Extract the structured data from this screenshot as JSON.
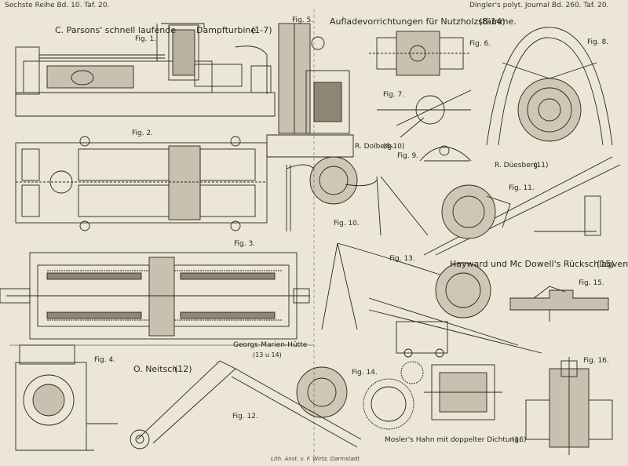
{
  "header": {
    "left": "Sechste Reihe Bd. 10. Taf. 20.",
    "right": "Dingler's polyt. Journal Bd. 260. Taf. 20."
  },
  "titles": {
    "parsons_a": "C. Parsons' schnell laufende",
    "parsons_b": "Dampfturbine.",
    "parsons_range": "(1-7)",
    "auflade": "Auf̀ladevorrichtungen für Nutzholzstämme.",
    "auflade_range": "(8-14)",
    "dolberg": "R. Dolberg.",
    "dolberg_range": "(8-10)",
    "duesberg": "R. Düesberg.",
    "duesberg_range": "(11)",
    "hayward": "Hayward und Mc Dowell's Rückschlagventil.",
    "hayward_range": "(15)",
    "neitsch": "O. Neitsch.",
    "neitsch_range": "(12)",
    "georgs": "Georgs-Marien-Hütte",
    "georgs_range": "(13 u 14)",
    "mosler": "Mosler's Hahn mit doppelter Dichtung.",
    "mosler_range": "(16)"
  },
  "figures": {
    "f1": "Fig. 1.",
    "f2": "Fig. 2.",
    "f3": "Fig. 3.",
    "f4": "Fig. 4.",
    "f5": "Fig. 5.",
    "f6": "Fig. 6.",
    "f7": "Fig. 7.",
    "f8": "Fig. 8.",
    "f9": "Fig. 9.",
    "f10": "Fig. 10.",
    "f11": "Fig. 11.",
    "f12": "Fig. 12.",
    "f13": "Fig. 13.",
    "f14": "Fig. 14.",
    "f15": "Fig. 15.",
    "f16": "Fig. 16."
  },
  "footer": "Lith. Anst. v. F. Wirtz, Darmstadt.",
  "colors": {
    "paper": "#ece6d8",
    "ink": "#2a2620"
  }
}
